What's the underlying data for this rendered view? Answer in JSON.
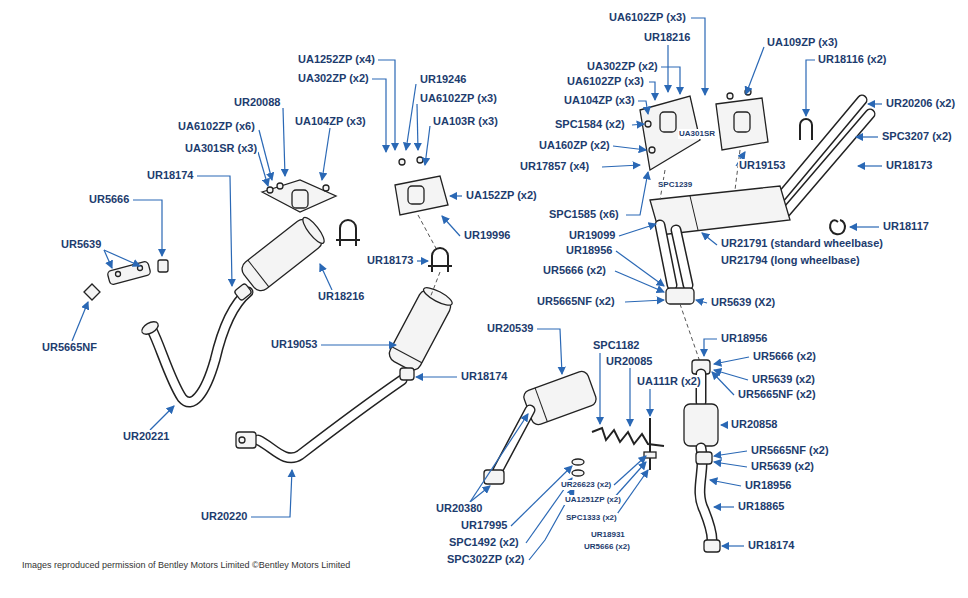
{
  "diagram": {
    "caption": "Images reproduced permission of Bentley Motors Limited ©Bentley Motors Limited",
    "labels": [
      "UA1252ZP (x4)",
      "UA302ZP (x2)",
      "UR19246",
      "UR20088",
      "UA6102ZP (x3)",
      "UA6102ZP (x6)",
      "UA104ZP (x3)",
      "UA103R (x3)",
      "UA301SR (x3)",
      "UR18174",
      "UA152ZP (x2)",
      "UR5666",
      "UR19996",
      "UR5639",
      "UR18173",
      "UR18216",
      "UR5665NF",
      "UR19053",
      "UR18174",
      "UR20221",
      "UR20220",
      "UA6102ZP (x3)",
      "UR18216",
      "UA109ZP (x3)",
      "UA302ZP (x2)",
      "UR18116 (x2)",
      "UA6102ZP (x3)",
      "UR20206 (x2)",
      "UA104ZP (x3)",
      "SPC1584 (x2)",
      "SPC3207 (x2)",
      "UA160ZP (x2)",
      "UA301SR",
      "UR17857 (x4)",
      "UR19153",
      "UR18173",
      "SPC1239",
      "SPC1585 (x6)",
      "UR19099",
      "UR18117",
      "UR21791 (standard wheelbase)",
      "UR21794 (long wheelbase)",
      "UR18956",
      "UR5666 (x2)",
      "UR5665NF (x2)",
      "UR5639 (X2)",
      "UR20539",
      "SPC1182",
      "UR20085",
      "UR18956",
      "UA111R (x2)",
      "UR5666 (x2)",
      "UR5639 (x2)",
      "UR5665NF (x2)",
      "UR20858",
      "UR5665NF (x2)",
      "UR5639 (x2)",
      "UR18956",
      "UR18865",
      "UR26623 (x2)",
      "UR20380",
      "UA1251ZP (x2)",
      "UR17995",
      "SPC1333 (x2)",
      "UR18931",
      "SPC1492 (x2)",
      "UR5666 (x2)",
      "UR18174",
      "SPC302ZP (x2)"
    ]
  }
}
